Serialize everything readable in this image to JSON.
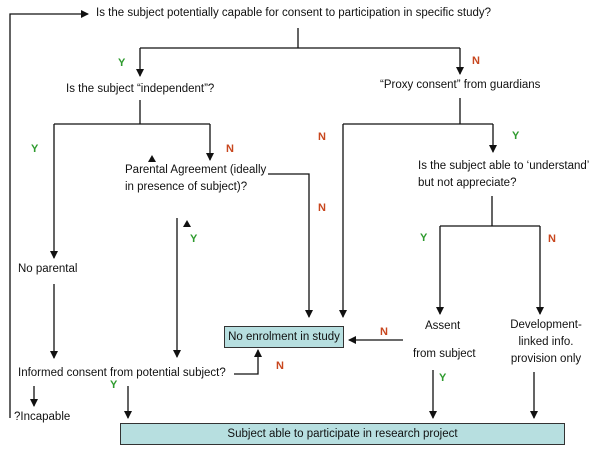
{
  "colors": {
    "yes": "#2e9b2e",
    "no": "#c8461e",
    "box_fill": "#b7dfe0",
    "line": "#111111"
  },
  "yes_label": "Y",
  "no_label": "N",
  "nodes": {
    "q_capable": "Is the subject potentially capable for consent to participation in specific study?",
    "q_independent": "Is the subject “independent”?",
    "proxy_consent": "“Proxy consent” from guardians",
    "parental_agreement": "Parental Agreement (ideally in presence of subject)?",
    "q_understand": "Is the subject able to ‘understand’ but not appreciate?",
    "no_parental": "No parental",
    "informed_consent": "Informed consent from potential subject?",
    "no_enrolment": "No enrolment in study",
    "assent": "Assent",
    "from_subject": "from subject",
    "development_info": "Development-linked info. provision only",
    "incapable": "?Incapable",
    "able_to_participate": "Subject able to participate in research project"
  }
}
